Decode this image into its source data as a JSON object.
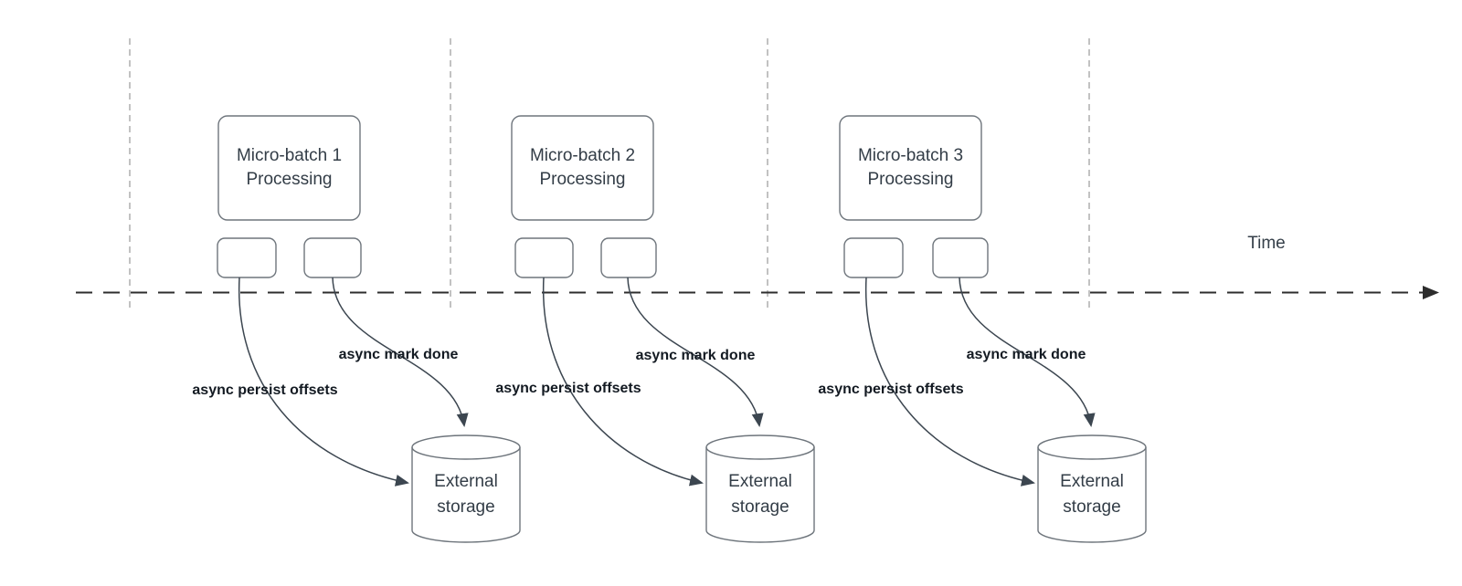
{
  "diagram": {
    "kind": "micro-batch stream processing timeline",
    "timeline": {
      "label": "Time"
    },
    "palette": {
      "background": "#ffffff",
      "shape_border": "#6e757c",
      "shape_fill": "#ffffff",
      "shape_text": "#333d47",
      "bold_label_text": "#131a22",
      "connector_stroke": "#3c4650",
      "timeline_stroke": "#2d2d2d",
      "separator_stroke": "#aeaeae"
    },
    "groups": [
      {
        "title": "Micro-batch 1\nProcessing",
        "persist_label": "async persist offsets",
        "mark_done_label": "async mark done",
        "storage_label": "External\nstorage"
      },
      {
        "title": "Micro-batch 2\nProcessing",
        "persist_label": "async persist offsets",
        "mark_done_label": "async mark done",
        "storage_label": "External\nstorage"
      },
      {
        "title": "Micro-batch 3\nProcessing",
        "persist_label": "async persist offsets",
        "mark_done_label": "async mark done",
        "storage_label": "External\nstorage"
      }
    ]
  }
}
